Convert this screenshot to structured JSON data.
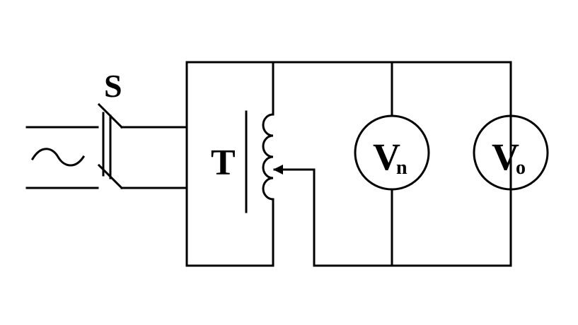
{
  "labels": {
    "switch": "S",
    "transformer": "T",
    "meter_n_main": "V",
    "meter_n_sub": "n",
    "meter_o_main": "V",
    "meter_o_sub": "o"
  },
  "icons": {
    "source": "ac-source-tilde-icon",
    "switch": "double-pole-switch-icon",
    "transformer": "autotransformer-coil-icon",
    "meter_n": "voltmeter-icon",
    "meter_o": "voltmeter-icon"
  },
  "colors": {
    "stroke": "#000000",
    "background": "#ffffff"
  }
}
